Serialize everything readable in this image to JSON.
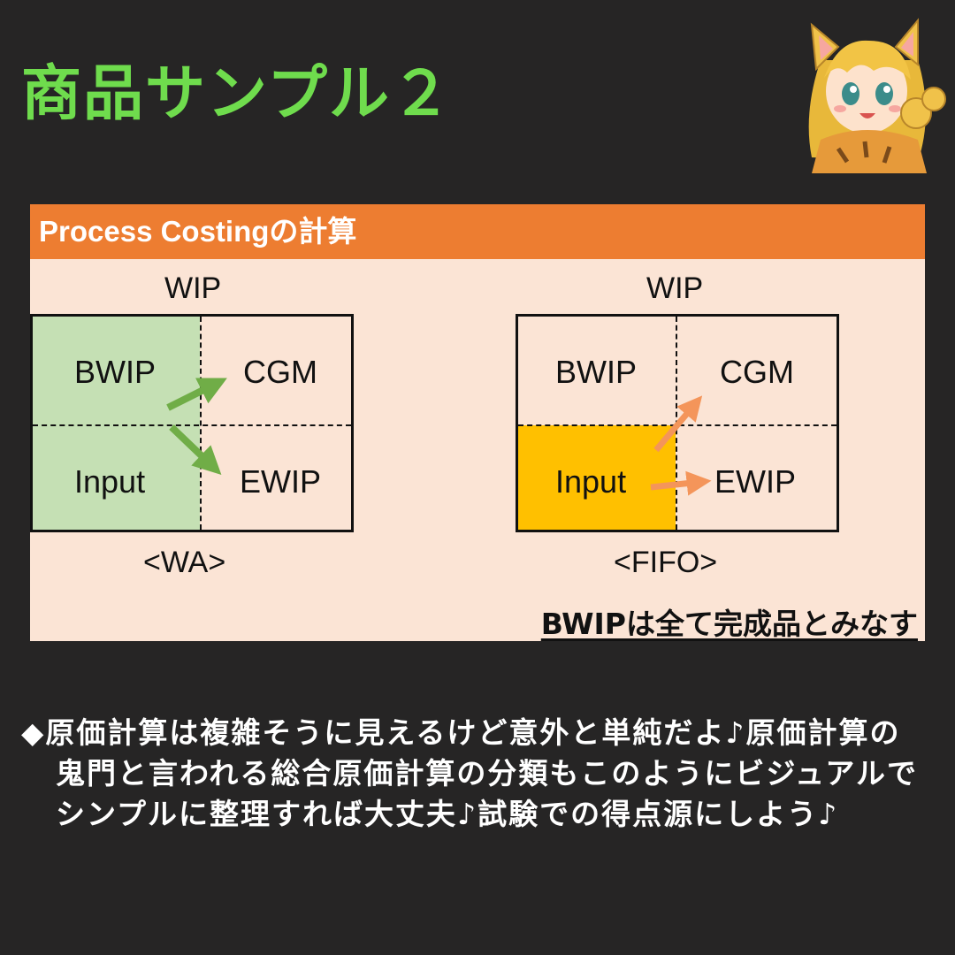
{
  "page": {
    "title": "商品サンプル２"
  },
  "diagram": {
    "header": "Process Costingの計算",
    "left": {
      "wip_label": "WIP",
      "cells": {
        "top_left": "BWIP",
        "top_right": "CGM",
        "bottom_left": "Input",
        "bottom_right": "EWIP"
      },
      "caption": "<WA>",
      "fill_color": "#c5e0b4",
      "arrow_color": "#70ad47"
    },
    "right": {
      "wip_label": "WIP",
      "cells": {
        "top_left": "BWIP",
        "top_right": "CGM",
        "bottom_left": "Input",
        "bottom_right": "EWIP"
      },
      "caption": "<FIFO>",
      "fill_color": "#ffc000",
      "arrow_color": "#f4955a"
    },
    "note": "BWIPは全て完成品とみなす",
    "colors": {
      "header": "#ed7d31",
      "panel": "#fbe4d5"
    }
  },
  "body": {
    "lines": [
      "◆原価計算は複雑そうに見えるけど意外と単純だよ♪原価計算の",
      "鬼門と言われる総合原価計算の分類もこのようにビジュアルで",
      "シンプルに整理すれば大丈夫♪試験での得点源にしよう♪"
    ]
  },
  "mascot": {
    "icon": "cat-girl-mascot-icon"
  },
  "colors": {
    "background": "#262525",
    "title": "#6fdc4d"
  }
}
